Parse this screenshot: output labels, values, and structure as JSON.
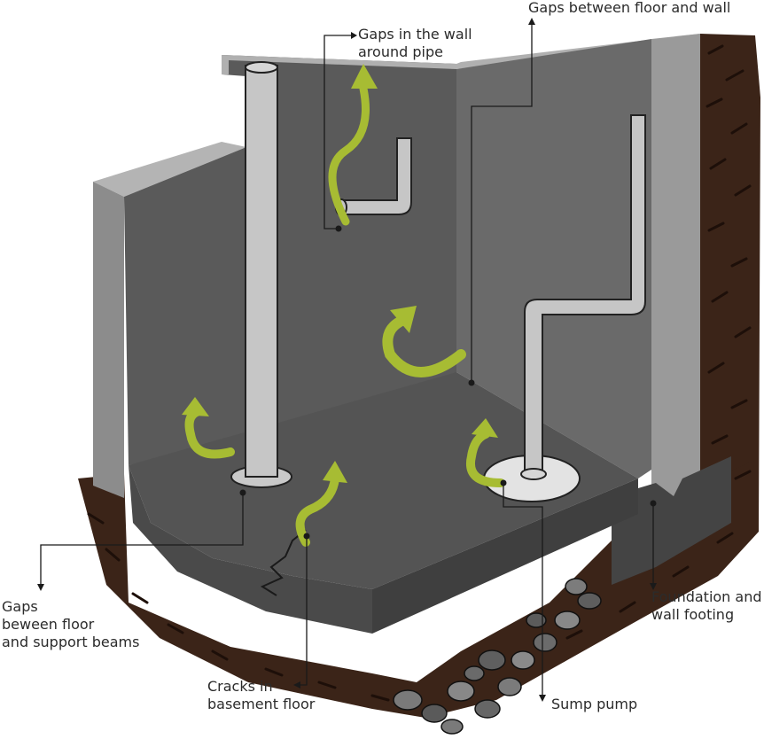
{
  "title": "Radon entry points in a basement",
  "colors": {
    "soil": "#3b2418",
    "soil_hatch": "#23130c",
    "wall_back": "#5c5c5c",
    "wall_right": "#6e6e6e",
    "wall_edge": "#9a9a9a",
    "floor_top": "#545454",
    "floor_side": "#424242",
    "pipe": "#c6c6c6",
    "arrow": "#a7bc33",
    "gravel": "#6a6a6a"
  },
  "labels": {
    "wall_pipe": [
      "Gaps in the wall",
      "around pipe"
    ],
    "floor_wall": [
      "Gaps between floor and wall"
    ],
    "support_beams": [
      "Gaps",
      "beween floor",
      "and support beams"
    ],
    "cracks": [
      "Cracks in",
      "basement floor"
    ],
    "sump": [
      "Sump pump"
    ],
    "foundation": [
      "Foundation and",
      "wall footing"
    ]
  }
}
